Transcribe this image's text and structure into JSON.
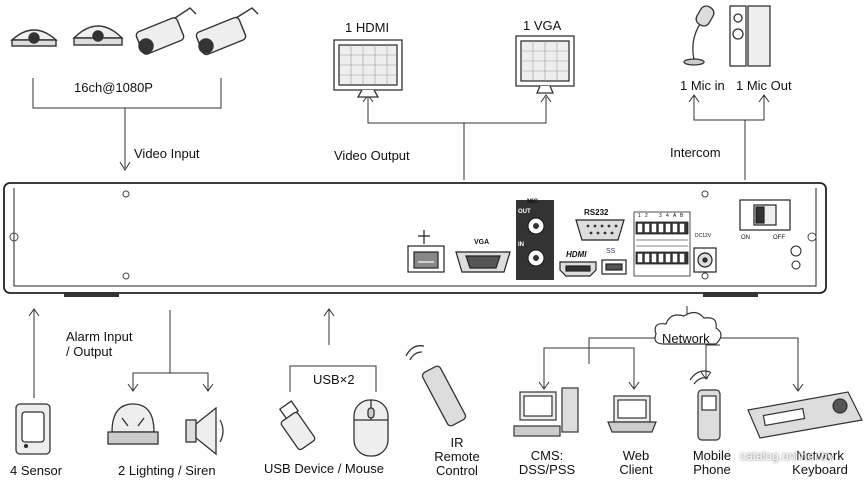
{
  "cameras": {
    "label": "16ch@1080P"
  },
  "video_input": {
    "label": "Video Input"
  },
  "video_output": {
    "label": "Video Output",
    "hdmi_label": "1 HDMI",
    "vga_label": "1 VGA"
  },
  "intercom": {
    "label": "Intercom",
    "mic_in_label": "1 Mic in",
    "mic_out_label": "1 Mic Out"
  },
  "rear_panel": {
    "vga_port_label": "VGA",
    "mic_label": "MIC",
    "mic_out_label": "OUT",
    "mic_in_label": "IN",
    "rs232_label": "RS232",
    "hdmi_port_label": "HDMI",
    "usb_label": "SS",
    "alarm_pins": [
      "1",
      "2",
      "",
      "3",
      "4",
      "A",
      "B"
    ],
    "dc_label": "DC12V",
    "switch_on_label": "ON",
    "switch_off_label": "OFF"
  },
  "alarm": {
    "label": "Alarm Input\n/ Output"
  },
  "usb": {
    "label": "USB×2"
  },
  "network": {
    "label": "Network"
  },
  "devices": {
    "sensor": "4 Sensor",
    "lighting": "2 Lighting / Siren",
    "usb_device": "USB Device / Mouse",
    "ir_remote": "IR\nRemote\nControl",
    "cms": "CMS:\nDSS/PSS",
    "web": "Web\nClient",
    "mobile": "Mobile\nPhone",
    "keyboard": "Network\nKeyboard"
  },
  "watermark": "catalog.onliner.by"
}
